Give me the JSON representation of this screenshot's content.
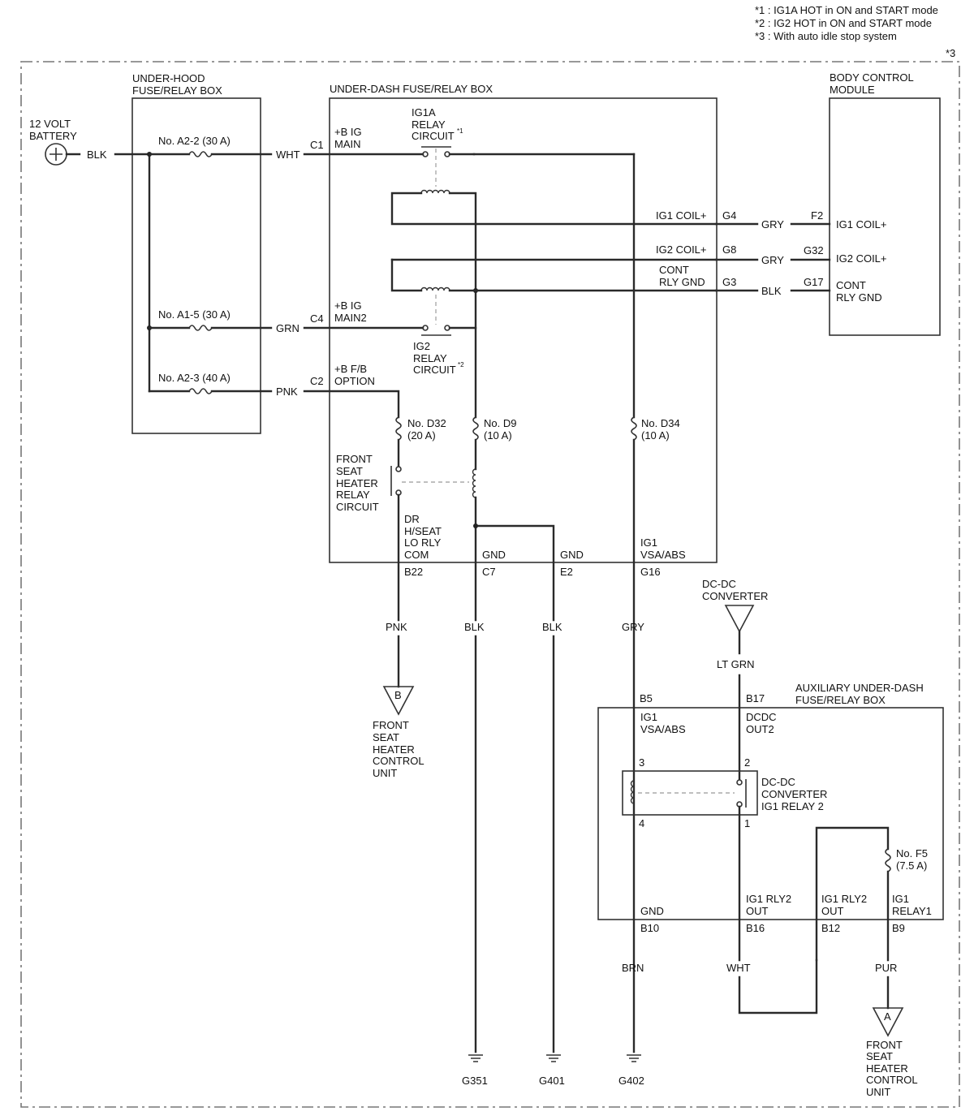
{
  "notes": [
    "*1 : IG1A HOT in ON and START mode",
    "*2 : IG2 HOT in ON and START mode",
    "*3 : With auto idle stop system"
  ],
  "region_mark": "*3",
  "battery": {
    "label1": "12 VOLT",
    "label2": "BATTERY",
    "wire": "BLK"
  },
  "underhood": {
    "title1": "UNDER-HOOD",
    "title2": "FUSE/RELAY BOX",
    "fuses": [
      "No. A2-2 (30 A)",
      "No. A1-5 (30 A)",
      "No. A2-3 (40 A)"
    ],
    "wires": [
      "WHT",
      "GRN",
      "PNK"
    ]
  },
  "underdash": {
    "title": "UNDER-DASH FUSE/RELAY BOX",
    "inputs": [
      {
        "pin": "C1",
        "l1": "+B IG",
        "l2": "MAIN"
      },
      {
        "pin": "C4",
        "l1": "+B IG",
        "l2": "MAIN2"
      },
      {
        "pin": "C2",
        "l1": "+B F/B",
        "l2": "OPTION"
      }
    ],
    "ig1a": {
      "l1": "IG1A",
      "l2": "RELAY",
      "l3": "CIRCUIT",
      "sup": "*1"
    },
    "ig2": {
      "l1": "IG2",
      "l2": "RELAY",
      "l3": "CIRCUIT",
      "sup": "*2"
    },
    "outputs": [
      {
        "pin": "G4",
        "label": "IG1 COIL+",
        "wire": "GRY"
      },
      {
        "pin": "G8",
        "label": "IG2 COIL+",
        "wire": "GRY"
      },
      {
        "pin": "G3",
        "l1": "CONT",
        "l2": "RLY GND",
        "wire": "BLK"
      }
    ],
    "fuses": [
      {
        "name": "No. D32",
        "rating": "(20 A)"
      },
      {
        "name": "No. D9",
        "rating": "(10 A)"
      },
      {
        "name": "No. D34",
        "rating": "(10 A)"
      }
    ],
    "fshr": [
      "FRONT",
      "SEAT",
      "HEATER",
      "RELAY",
      "CIRCUIT"
    ],
    "bottom": [
      {
        "lines": [
          "DR",
          "H/SEAT",
          "LO RLY",
          "COM"
        ],
        "pin": "B22",
        "wire": "PNK"
      },
      {
        "lines": [
          "GND"
        ],
        "pin": "C7",
        "wire": "BLK"
      },
      {
        "lines": [
          "GND"
        ],
        "pin": "E2",
        "wire": "BLK"
      },
      {
        "lines": [
          "IG1",
          "VSA/ABS"
        ],
        "pin": "G16",
        "wire": "GRY"
      }
    ]
  },
  "bcm": {
    "title1": "BODY CONTROL",
    "title2": "MODULE",
    "pins": [
      {
        "pin": "F2",
        "label": "IG1 COIL+"
      },
      {
        "pin": "G32",
        "label": "IG2 COIL+"
      },
      {
        "pin": "G17",
        "l1": "CONT",
        "l2": "RLY GND"
      }
    ]
  },
  "fshcu_b": {
    "letter": "B",
    "lines": [
      "FRONT",
      "SEAT",
      "HEATER",
      "CONTROL",
      "UNIT"
    ]
  },
  "fshcu_a": {
    "letter": "A",
    "lines": [
      "FRONT",
      "SEAT",
      "HEATER",
      "CONTROL",
      "UNIT"
    ]
  },
  "dcdc": {
    "l1": "DC-DC",
    "l2": "CONVERTER",
    "wire": "LT GRN"
  },
  "aux": {
    "title1": "AUXILIARY UNDER-DASH",
    "title2": "FUSE/RELAY BOX",
    "top": [
      {
        "pin": "B5",
        "l1": "IG1",
        "l2": "VSA/ABS"
      },
      {
        "pin": "B17",
        "l1": "DCDC",
        "l2": "OUT2"
      }
    ],
    "relay": {
      "l1": "DC-DC",
      "l2": "CONVERTER",
      "l3": "IG1 RELAY 2",
      "pins": [
        "3",
        "2",
        "4",
        "1"
      ]
    },
    "fuse": {
      "name": "No. F5",
      "rating": "(7.5 A)"
    },
    "bottom": [
      {
        "pin": "B10",
        "lines": [
          "GND"
        ],
        "wire": "BRN"
      },
      {
        "pin": "B16",
        "lines": [
          "IG1 RLY2",
          "OUT"
        ],
        "wire": "WHT"
      },
      {
        "pin": "B12",
        "lines": [
          "IG1 RLY2",
          "OUT"
        ]
      },
      {
        "pin": "B9",
        "lines": [
          "IG1",
          "RELAY1"
        ],
        "wire": "PUR"
      }
    ]
  },
  "grounds": [
    "G351",
    "G401",
    "G402"
  ]
}
